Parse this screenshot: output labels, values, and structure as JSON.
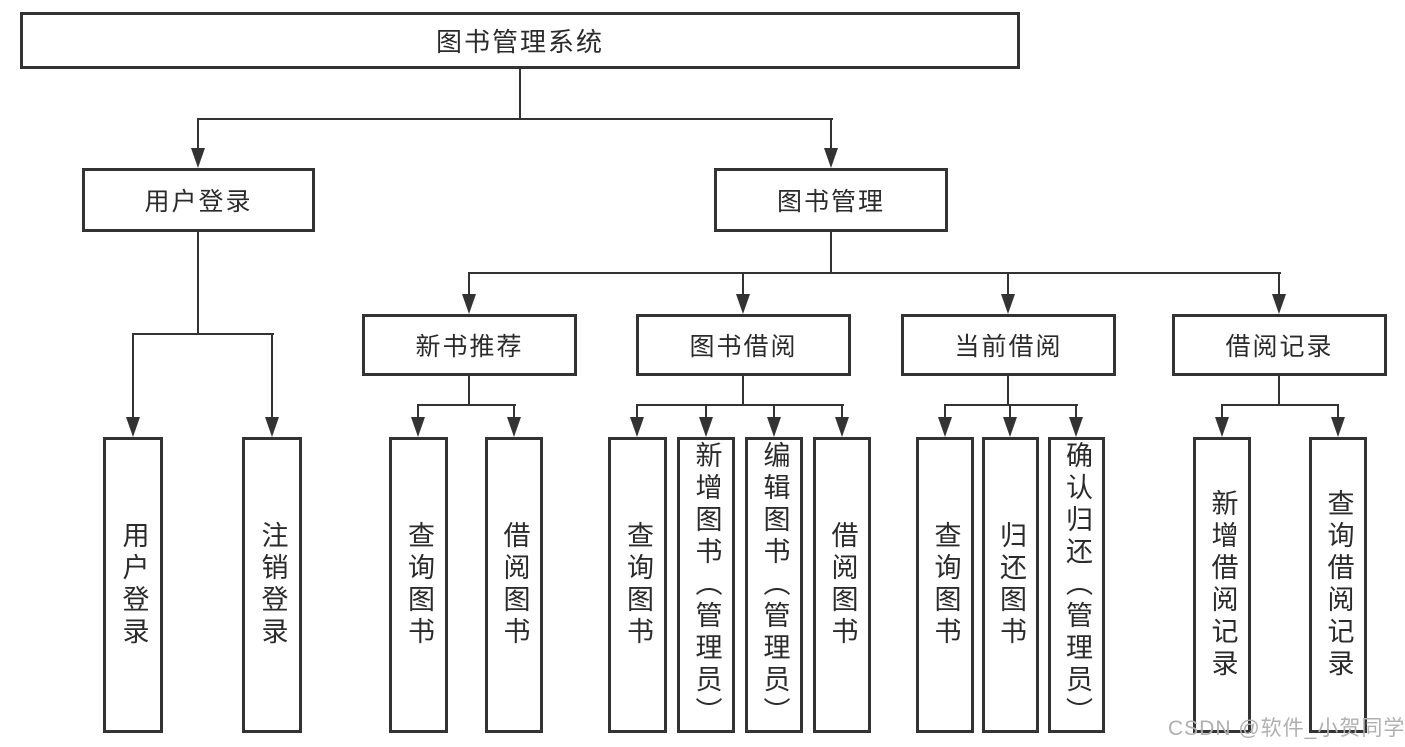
{
  "diagram": {
    "type": "hierarchy-tree",
    "colors": {
      "line": "#333333",
      "border": "#333333",
      "text": "#2b2b2b",
      "watermark": "#b0b0b0",
      "background": "#ffffff"
    },
    "watermark": "CSDN @软件_小贺同学",
    "nodes": {
      "root": "图书管理系统",
      "login": "用户登录",
      "mgmt": "图书管理",
      "login_children": [
        "用户登录",
        "注销登录"
      ],
      "new_books": "新书推荐",
      "borrow": "图书借阅",
      "current": "当前借阅",
      "records": "借阅记录",
      "new_books_children": [
        "查询图书",
        "借阅图书"
      ],
      "borrow_children": [
        "查询图书",
        "新增图书（管理员）",
        "编辑图书（管理员）",
        "借阅图书"
      ],
      "current_children": [
        "查询图书",
        "归还图书",
        "确认归还（管理员）"
      ],
      "records_children": [
        "新增借阅记录",
        "查询借阅记录"
      ]
    }
  }
}
